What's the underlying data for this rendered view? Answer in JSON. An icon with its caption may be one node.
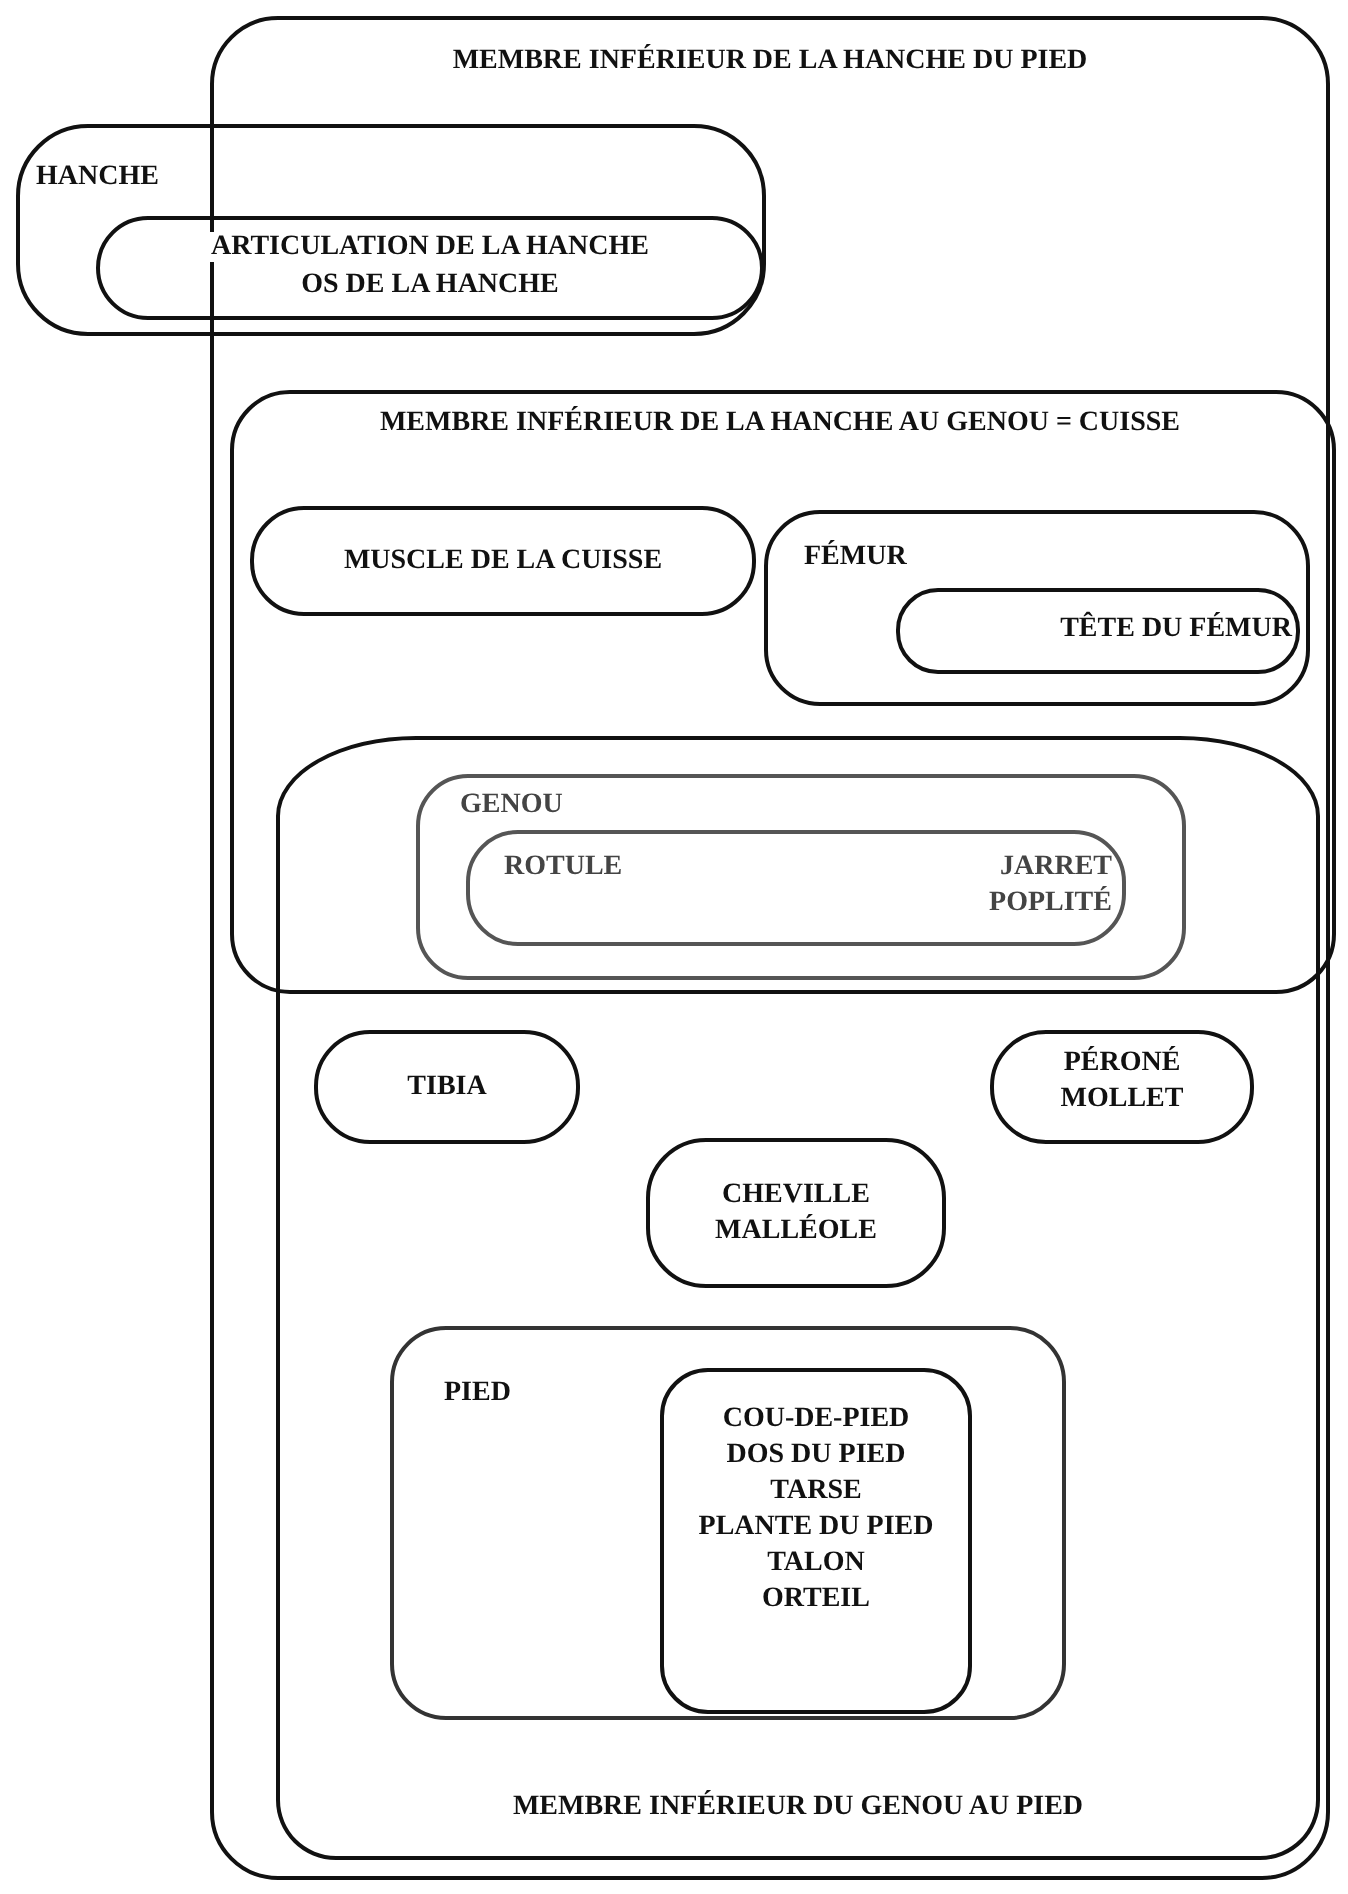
{
  "diagram": {
    "nodes": [
      {
        "text": [
          "MEMBRE INFÉRIEUR DE LA HANCHE DU PIED"
        ]
      },
      {
        "text": [
          "HANCHE"
        ]
      },
      {
        "text": [
          "ARTICULATION DE LA HANCHE",
          "OS DE LA HANCHE"
        ],
        "in": 1
      },
      {
        "text": [
          "MEMBRE INFÉRIEUR DE LA HANCHE AU GENOU = CUISSE"
        ],
        "in": 0
      },
      {
        "text": [
          "MUSCLE DE LA CUISSE"
        ],
        "in": 3
      },
      {
        "text": [
          "FÉMUR"
        ],
        "in": 3
      },
      {
        "text": [
          "TÊTE DU FÉMUR"
        ],
        "in": 5
      },
      {
        "text": [
          "MEMBRE INFÉRIEUR DU GENOU AU PIED"
        ],
        "in": 0
      },
      {
        "text": [
          "GENOU"
        ]
      },
      {
        "text": [
          "ROTULE",
          "JARRET POPLITÉ"
        ],
        "in": 8
      },
      {
        "text": [
          "TIBIA"
        ],
        "in": 7
      },
      {
        "text": [
          "PÉRONÉ",
          "MOLLET"
        ],
        "in": 7
      },
      {
        "text": [
          "CHEVILLE",
          "MALLÉOLE"
        ],
        "in": 7
      },
      {
        "text": [
          "PIED"
        ],
        "in": 7
      },
      {
        "text": [
          "COU-DE-PIED",
          "DOS DU PIED",
          "TARSE",
          "PLANTE DU PIED",
          "TALON",
          "ORTEIL"
        ],
        "in": 13
      }
    ],
    "edges": []
  }
}
